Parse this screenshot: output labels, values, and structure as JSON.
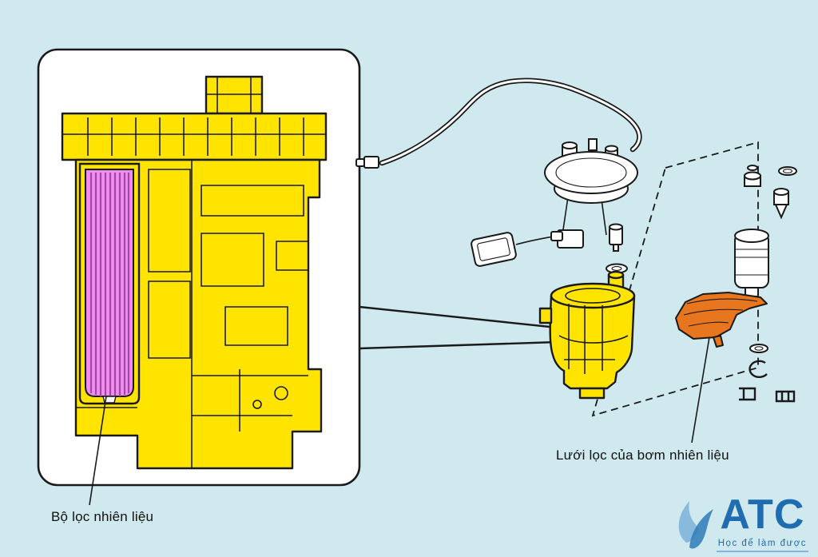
{
  "labels": {
    "fuel_filter": "Bộ lọc nhiên liệu",
    "pump_strainer": "Lưới lọc của bơm nhiên liệu"
  },
  "logo": {
    "name": "ATC",
    "tagline": "Học để làm được"
  },
  "colors": {
    "bg": "#cfe9ee",
    "outline": "#1a1a1a",
    "yellow": "#ffe400",
    "pink": "#ef8cee",
    "pink-stripe": "#a245a8",
    "orange": "#e8761e",
    "logo-blue": "#1f6cb0",
    "logo-light": "#7fb5dc"
  }
}
